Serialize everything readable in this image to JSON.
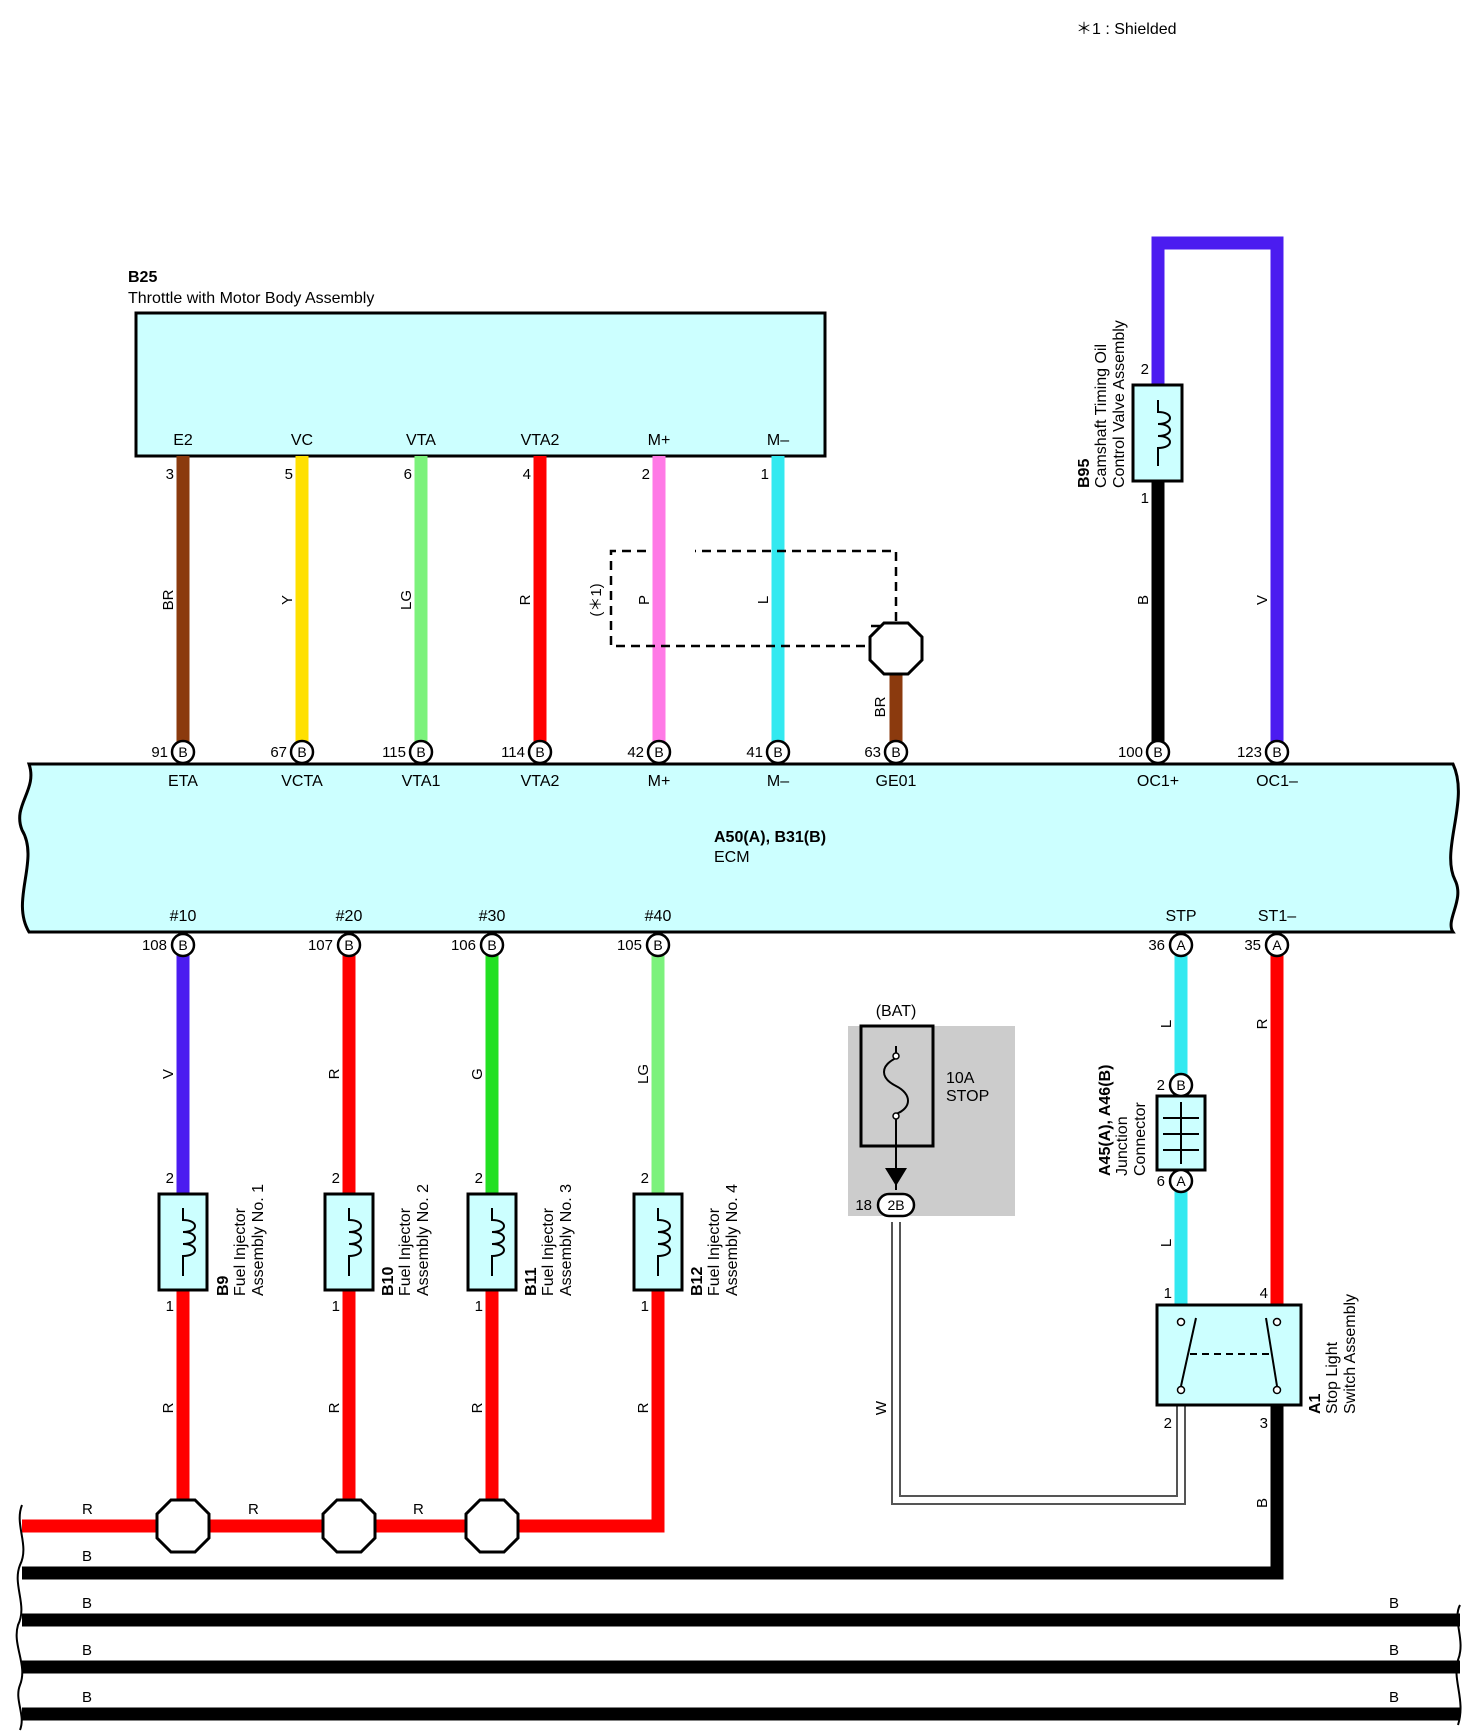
{
  "note": "＊1 : Shielded",
  "colors": {
    "BR": "#8B3A0E",
    "Y": "#FFE000",
    "LG": "#7CF27C",
    "R": "#FF0000",
    "P": "#FF7AE6",
    "L": "#33E9F0",
    "B": "#000000",
    "V": "#4B1CF0",
    "G": "#22E022",
    "W": "#FFFFFF",
    "component_fill": "#CCFFFF",
    "fuse_box_bg": "#CCCCCC"
  },
  "throttle": {
    "code": "B25",
    "name": "Throttle with Motor Body Assembly"
  },
  "ecm": {
    "code": "A50(A), B31(B)",
    "name": "ECM"
  },
  "top_wires": [
    {
      "term": "E2",
      "pin": "3",
      "wire": "BR",
      "ecm_pin": "91",
      "conn": "B",
      "ecm_term": "ETA"
    },
    {
      "term": "VC",
      "pin": "5",
      "wire": "Y",
      "ecm_pin": "67",
      "conn": "B",
      "ecm_term": "VCTA"
    },
    {
      "term": "VTA",
      "pin": "6",
      "wire": "LG",
      "ecm_pin": "115",
      "conn": "B",
      "ecm_term": "VTA1"
    },
    {
      "term": "VTA2",
      "pin": "4",
      "wire": "R",
      "ecm_pin": "114",
      "conn": "B",
      "ecm_term": "VTA2"
    },
    {
      "term": "M+",
      "pin": "2",
      "wire": "P",
      "ecm_pin": "42",
      "conn": "B",
      "ecm_term": "M+"
    },
    {
      "term": "M–",
      "pin": "1",
      "wire": "L",
      "ecm_pin": "41",
      "conn": "B",
      "ecm_term": "M–"
    }
  ],
  "shield": {
    "mark": "(＊1)",
    "wire": "BR",
    "ecm_pin": "63",
    "conn": "B",
    "ecm_term": "GE01"
  },
  "ocv": {
    "code": "B95",
    "name_line1": "Camshaft Timing Oil",
    "name_line2": "Control Valve Assembly",
    "pin_top": "2",
    "pin_bottom": "1",
    "wire_left": "B",
    "wire_right": "V",
    "ecm_pin_left": "100",
    "ecm_term_left": "OC1+",
    "ecm_pin_right": "123",
    "ecm_term_right": "OC1–",
    "conn": "B"
  },
  "injectors": [
    {
      "ecm_term": "#10",
      "ecm_pin": "108",
      "conn": "B",
      "wire_top": "V",
      "pin_top": "2",
      "pin_bottom": "1",
      "wire_bottom": "R",
      "code": "B9",
      "name_line1": "Fuel Injector",
      "name_line2": "Assembly No. 1"
    },
    {
      "ecm_term": "#20",
      "ecm_pin": "107",
      "conn": "B",
      "wire_top": "R",
      "pin_top": "2",
      "pin_bottom": "1",
      "wire_bottom": "R",
      "code": "B10",
      "name_line1": "Fuel Injector",
      "name_line2": "Assembly No. 2"
    },
    {
      "ecm_term": "#30",
      "ecm_pin": "106",
      "conn": "B",
      "wire_top": "G",
      "pin_top": "2",
      "pin_bottom": "1",
      "wire_bottom": "R",
      "code": "B11",
      "name_line1": "Fuel Injector",
      "name_line2": "Assembly No. 3"
    },
    {
      "ecm_term": "#40",
      "ecm_pin": "105",
      "conn": "B",
      "wire_top": "LG",
      "pin_top": "2",
      "pin_bottom": "1",
      "wire_bottom": "R",
      "code": "B12",
      "name_line1": "Fuel Injector",
      "name_line2": "Assembly No. 4"
    }
  ],
  "fuse": {
    "source": "(BAT)",
    "rating": "10A",
    "name": "STOP",
    "pin": "18",
    "conn": "2B",
    "wire": "W"
  },
  "stp": {
    "ecm_term_stp": "STP",
    "ecm_pin_stp": "36",
    "conn_stp": "A",
    "ecm_term_st1": "ST1–",
    "ecm_pin_st1": "35",
    "conn_st1": "A",
    "wire_stp": "L",
    "wire_st1": "R"
  },
  "junction": {
    "code": "A45(A), A46(B)",
    "name_line1": "Junction",
    "name_line2": "Connector",
    "pin_top": "2",
    "conn_top": "B",
    "pin_bottom": "6",
    "conn_bottom": "A",
    "wire_below": "L"
  },
  "stop_switch": {
    "code": "A1",
    "name_line1": "Stop Light",
    "name_line2": "Switch Assembly",
    "pin1": "1",
    "pin4": "4",
    "pin2": "2",
    "pin3": "3",
    "wire_pin3": "B"
  },
  "bottom_bus": {
    "red_labels": [
      "R",
      "R",
      "R"
    ],
    "b1": "B",
    "b2": "B",
    "b3": "B",
    "b4": "B",
    "b2_right": "B",
    "b3_right": "B",
    "b4_right": "B"
  }
}
